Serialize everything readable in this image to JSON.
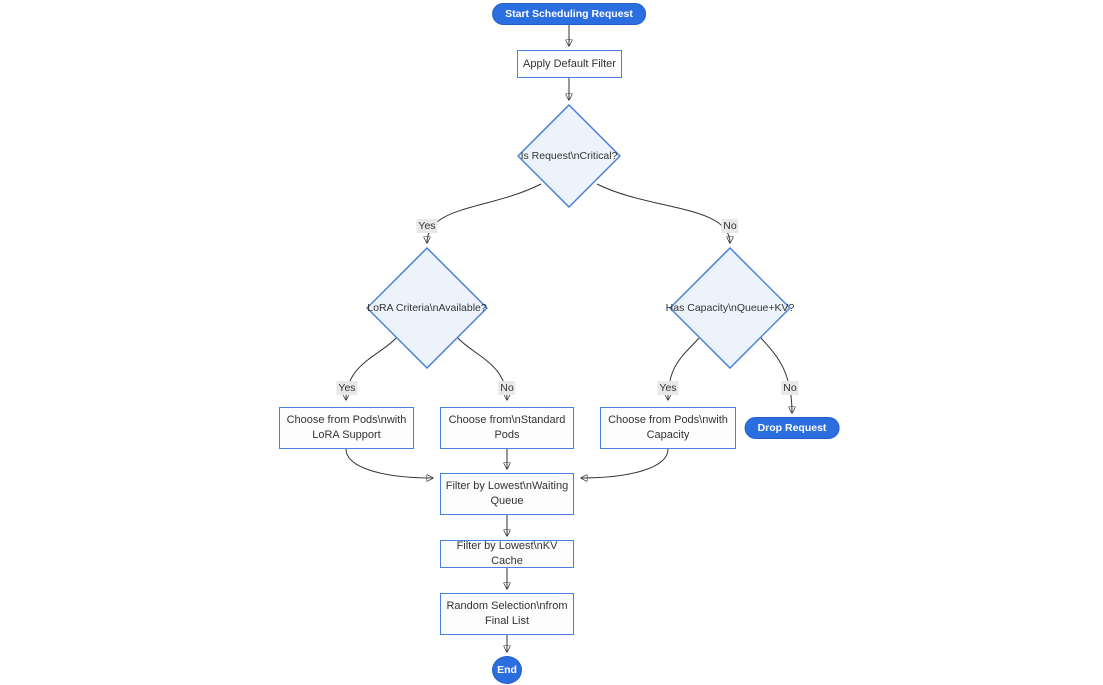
{
  "diagram": {
    "type": "flowchart",
    "direction": "top-down",
    "nodes": {
      "start": {
        "label": "Start Scheduling Request",
        "shape": "stadium"
      },
      "apply_filter": {
        "label": "Apply Default Filter",
        "shape": "rect"
      },
      "is_critical": {
        "label": "Is Request\\nCritical?",
        "shape": "decision"
      },
      "lora_available": {
        "label": "LoRA Criteria\\nAvailable?",
        "shape": "decision"
      },
      "has_capacity": {
        "label": "Has Capacity\\nQueue+KV?",
        "shape": "decision"
      },
      "choose_lora": {
        "label": "Choose from Pods\\nwith LoRA Support",
        "shape": "rect"
      },
      "choose_standard": {
        "label": "Choose from\\nStandard Pods",
        "shape": "rect"
      },
      "choose_capacity": {
        "label": "Choose from Pods\\nwith Capacity",
        "shape": "rect"
      },
      "drop_request": {
        "label": "Drop Request",
        "shape": "stadium"
      },
      "filter_queue": {
        "label": "Filter by Lowest\\nWaiting Queue",
        "shape": "rect"
      },
      "filter_kv": {
        "label": "Filter by Lowest\\nKV Cache",
        "shape": "rect"
      },
      "random_selection": {
        "label": "Random Selection\\nfrom Final List",
        "shape": "rect"
      },
      "end": {
        "label": "End",
        "shape": "circle"
      }
    },
    "edge_labels": {
      "critical_yes": "Yes",
      "critical_no": "No",
      "lora_yes": "Yes",
      "lora_no": "No",
      "capacity_yes": "Yes",
      "capacity_no": "No"
    },
    "colors": {
      "accent_blue": "#2b6ee0",
      "node_border_blue": "#4a80e0",
      "decision_fill": "#edf3fb",
      "decision_border": "#4a80d8",
      "edge_color": "#333333",
      "edge_label_bg": "#e8e8e8",
      "text": "#333333"
    }
  }
}
